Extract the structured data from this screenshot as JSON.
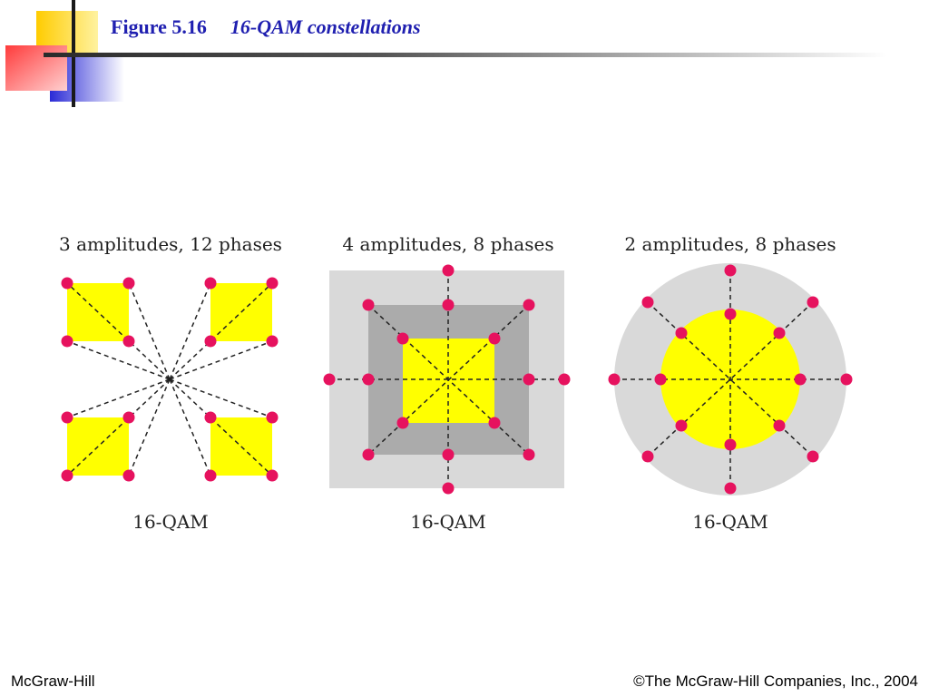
{
  "header": {
    "figure_label": "Figure 5.16",
    "figure_caption": "16-QAM constellations"
  },
  "diagrams": [
    {
      "title": "3 amplitudes, 12 phases",
      "caption": "16-QAM"
    },
    {
      "title": "4 amplitudes, 8 phases",
      "caption": "16-QAM"
    },
    {
      "title": "2 amplitudes, 8 phases",
      "caption": "16-QAM"
    }
  ],
  "colors": {
    "point": "#e6125e",
    "fill_yellow": "#ffff00",
    "fill_light_gray": "#d9d9d9",
    "fill_dark_gray": "#ababab",
    "title_blue": "#1f1fb0"
  },
  "footer": {
    "left": "McGraw-Hill",
    "right": "©The McGraw-Hill Companies, Inc., 2004"
  }
}
